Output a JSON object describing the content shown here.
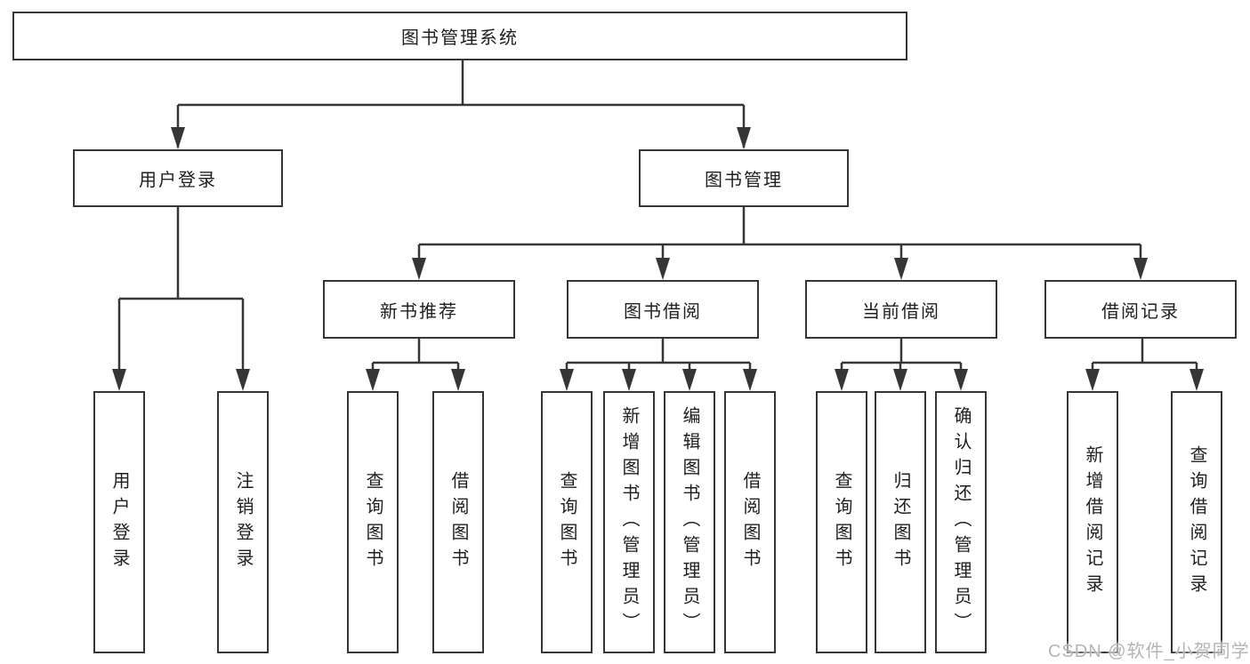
{
  "diagram": {
    "root": {
      "label": "图书管理系统"
    },
    "branches": [
      {
        "label": "用户登录",
        "children": [
          {
            "label": "用户登录"
          },
          {
            "label": "注销登录"
          }
        ]
      },
      {
        "label": "图书管理",
        "children": [
          {
            "label": "新书推荐",
            "children": [
              {
                "label": "查询图书"
              },
              {
                "label": "借阅图书"
              }
            ]
          },
          {
            "label": "图书借阅",
            "children": [
              {
                "label": "查询图书"
              },
              {
                "label": "新增图书（管理员）"
              },
              {
                "label": "编辑图书（管理员）"
              },
              {
                "label": "借阅图书"
              }
            ]
          },
          {
            "label": "当前借阅",
            "children": [
              {
                "label": "查询图书"
              },
              {
                "label": "归还图书"
              },
              {
                "label": "确认归还（管理员）"
              }
            ]
          },
          {
            "label": "借阅记录",
            "children": [
              {
                "label": "新增借阅记录"
              },
              {
                "label": "查询借阅记录"
              }
            ]
          }
        ]
      }
    ]
  },
  "watermark": {
    "text": "CSDN @软件_小贺同学"
  },
  "colors": {
    "line": "#363636",
    "text": "#1f1f1f",
    "background": "#ffffff",
    "watermark": "#b5b5b5"
  }
}
